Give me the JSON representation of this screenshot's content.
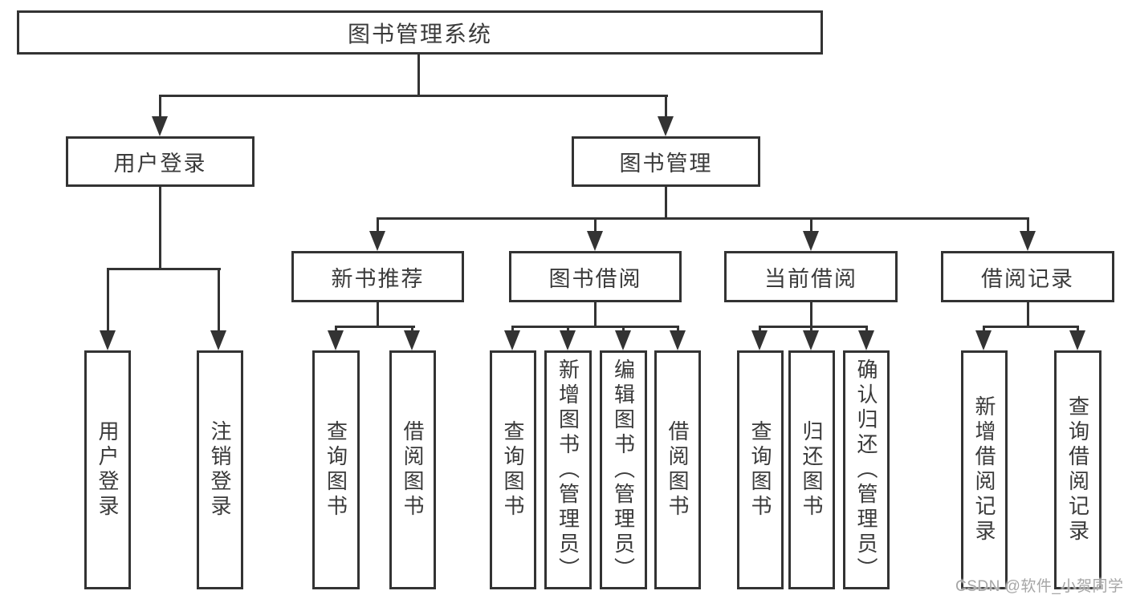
{
  "colors": {
    "line": "#333333",
    "box_border": "#333333",
    "text": "#3a3a3a",
    "background": "#ffffff",
    "watermark": "#a6a6a6"
  },
  "tree": {
    "root": {
      "label": "图书管理系统",
      "children": [
        {
          "label": "用户登录",
          "children": [
            {
              "label": "用户登录"
            },
            {
              "label": "注销登录"
            }
          ]
        },
        {
          "label": "图书管理",
          "children": [
            {
              "label": "新书推荐",
              "children": [
                {
                  "label": "查询图书"
                },
                {
                  "label": "借阅图书"
                }
              ]
            },
            {
              "label": "图书借阅",
              "children": [
                {
                  "label": "查询图书"
                },
                {
                  "label": "新增图书（管理员）"
                },
                {
                  "label": "编辑图书（管理员）"
                },
                {
                  "label": "借阅图书"
                }
              ]
            },
            {
              "label": "当前借阅",
              "children": [
                {
                  "label": "查询图书"
                },
                {
                  "label": "归还图书"
                },
                {
                  "label": "确认归还（管理员）"
                }
              ]
            },
            {
              "label": "借阅记录",
              "children": [
                {
                  "label": "新增借阅记录"
                },
                {
                  "label": "查询借阅记录"
                }
              ]
            }
          ]
        }
      ]
    }
  },
  "watermark": {
    "text": "CSDN @软件_小贺同学"
  }
}
